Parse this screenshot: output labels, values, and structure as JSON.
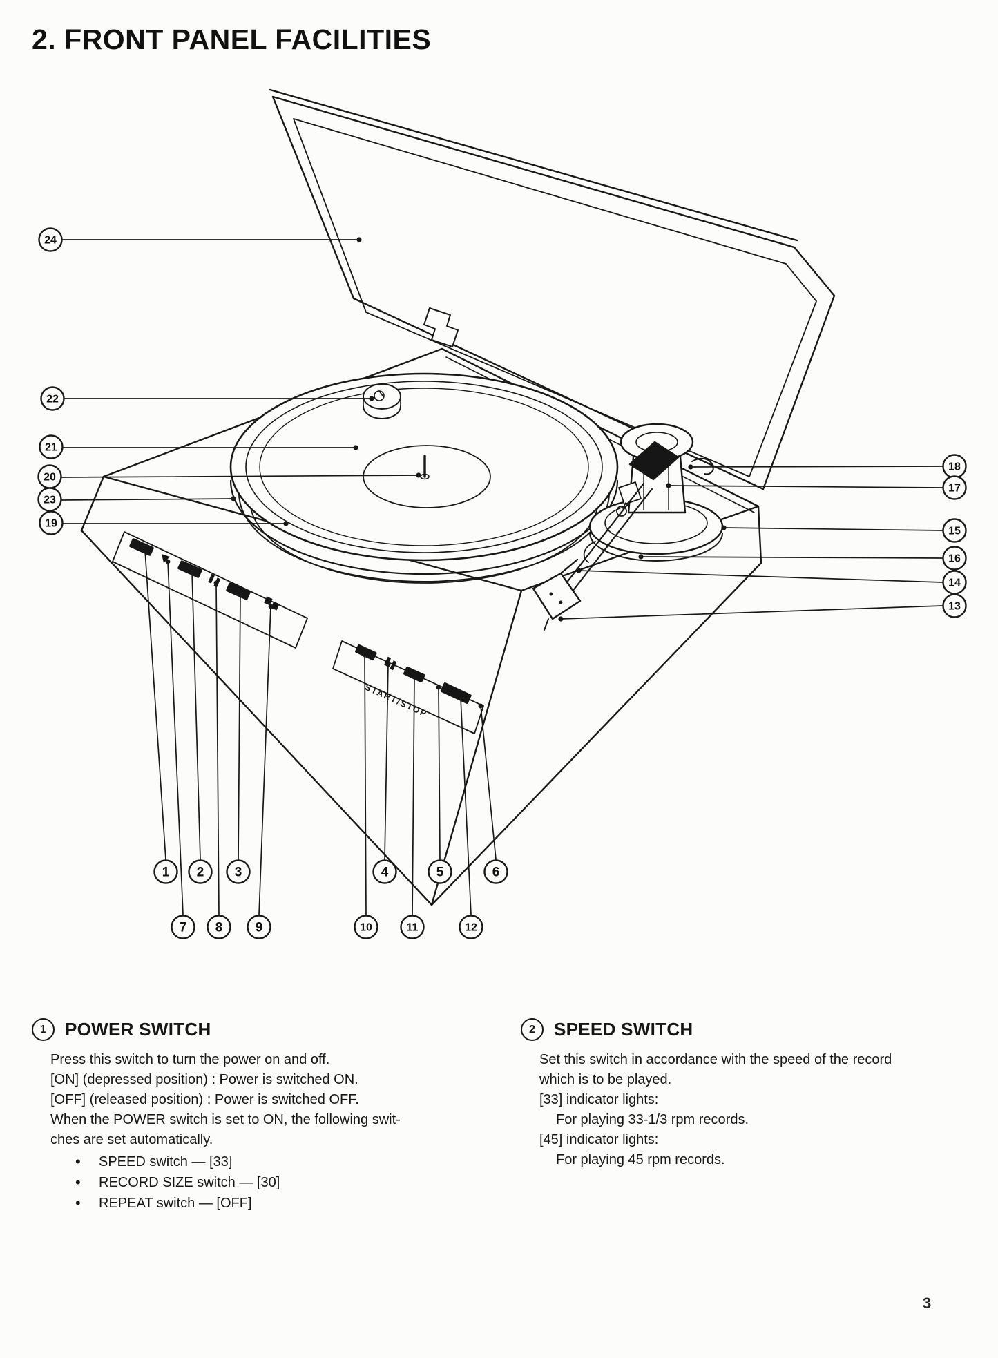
{
  "page": {
    "title": "2. FRONT PANEL FACILITIES",
    "page_number": "3"
  },
  "diagram": {
    "start_stop_label": "START/STOP",
    "callouts": {
      "c1": "1",
      "c2": "2",
      "c3": "3",
      "c4": "4",
      "c5": "5",
      "c6": "6",
      "c7": "7",
      "c8": "8",
      "c9": "9",
      "c10": "10",
      "c11": "11",
      "c12": "12",
      "c13": "13",
      "c14": "14",
      "c15": "15",
      "c16": "16",
      "c17": "17",
      "c18": "18",
      "c19": "19",
      "c20": "20",
      "c21": "21",
      "c22": "22",
      "c23": "23",
      "c24": "24"
    }
  },
  "sections": [
    {
      "number": "1",
      "heading": "POWER SWITCH",
      "lines": [
        "Press this switch to turn the power on and off.",
        "[ON] (depressed position) :  Power is switched ON.",
        "[OFF] (released position) :  Power is switched OFF.",
        "When the POWER switch is set to ON, the following swit-",
        "ches are set automatically."
      ],
      "bullets": [
        "SPEED switch — [33]",
        "RECORD SIZE switch — [30]",
        "REPEAT switch — [OFF]"
      ]
    },
    {
      "number": "2",
      "heading": "SPEED SWITCH",
      "lines": [
        "Set this switch in accordance with the speed of the record",
        "which is to be played.",
        "[33] indicator lights:",
        "For playing 33-1/3 rpm records.",
        "[45] indicator lights:",
        "For playing 45 rpm records."
      ]
    }
  ]
}
